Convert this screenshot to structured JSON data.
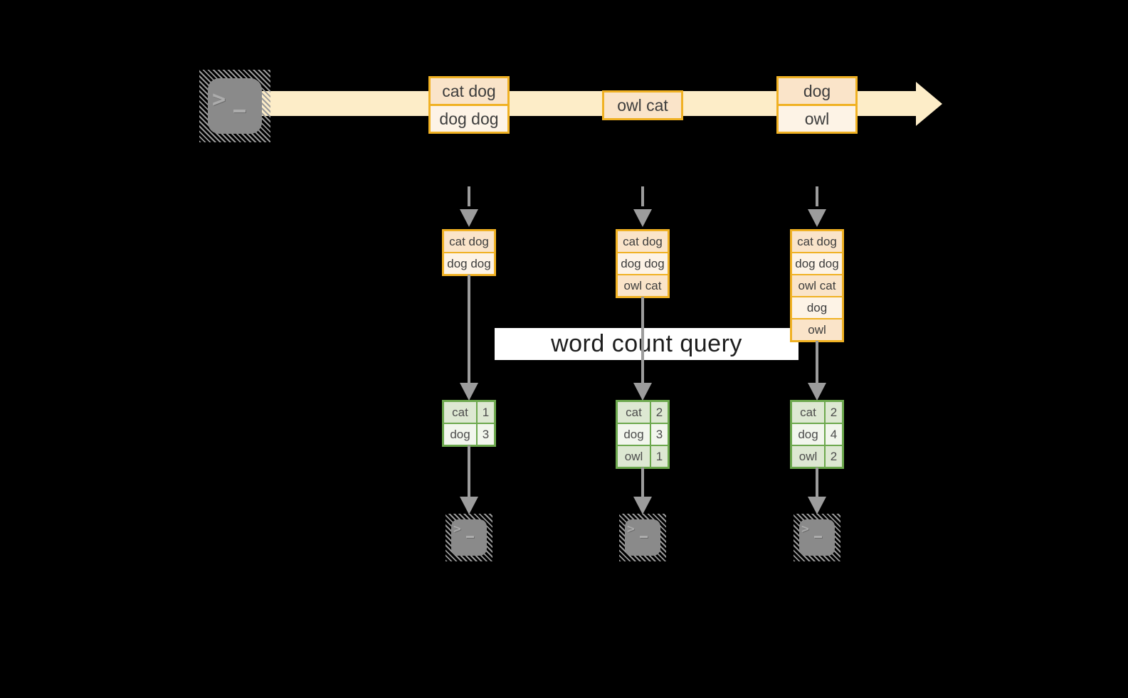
{
  "diagram": {
    "query_label": "word count query",
    "stream": {
      "events": [
        {
          "rows": [
            "cat dog",
            "dog dog"
          ]
        },
        {
          "rows": [
            "owl cat"
          ]
        },
        {
          "rows": [
            "dog",
            "owl"
          ]
        }
      ]
    },
    "checkpoints": [
      {
        "state": [
          "cat dog",
          "dog dog"
        ],
        "counts": [
          {
            "word": "cat",
            "count": "1"
          },
          {
            "word": "dog",
            "count": "3"
          }
        ]
      },
      {
        "state": [
          "cat dog",
          "dog dog",
          "owl cat"
        ],
        "counts": [
          {
            "word": "cat",
            "count": "2"
          },
          {
            "word": "dog",
            "count": "3"
          },
          {
            "word": "owl",
            "count": "1"
          }
        ]
      },
      {
        "state": [
          "cat dog",
          "dog dog",
          "owl cat",
          "dog",
          "owl"
        ],
        "counts": [
          {
            "word": "cat",
            "count": "2"
          },
          {
            "word": "dog",
            "count": "4"
          },
          {
            "word": "owl",
            "count": "2"
          }
        ]
      }
    ],
    "icons": {
      "source": "terminal-icon",
      "sink": "terminal-icon"
    },
    "colors": {
      "background": "#000000",
      "stream_band": "#FDEDC8",
      "box_border": "#F0B123",
      "box_fill_dark": "#FAE4C9",
      "box_fill_light": "#FDF3E6",
      "table_border": "#6CA84D",
      "table_fill_dark": "#DDE8D2",
      "table_fill_light": "#F2F6ED",
      "arrow_gray": "#9C9C9C",
      "query_bg": "#FFFFFF",
      "text": "#3D3D3D"
    }
  }
}
